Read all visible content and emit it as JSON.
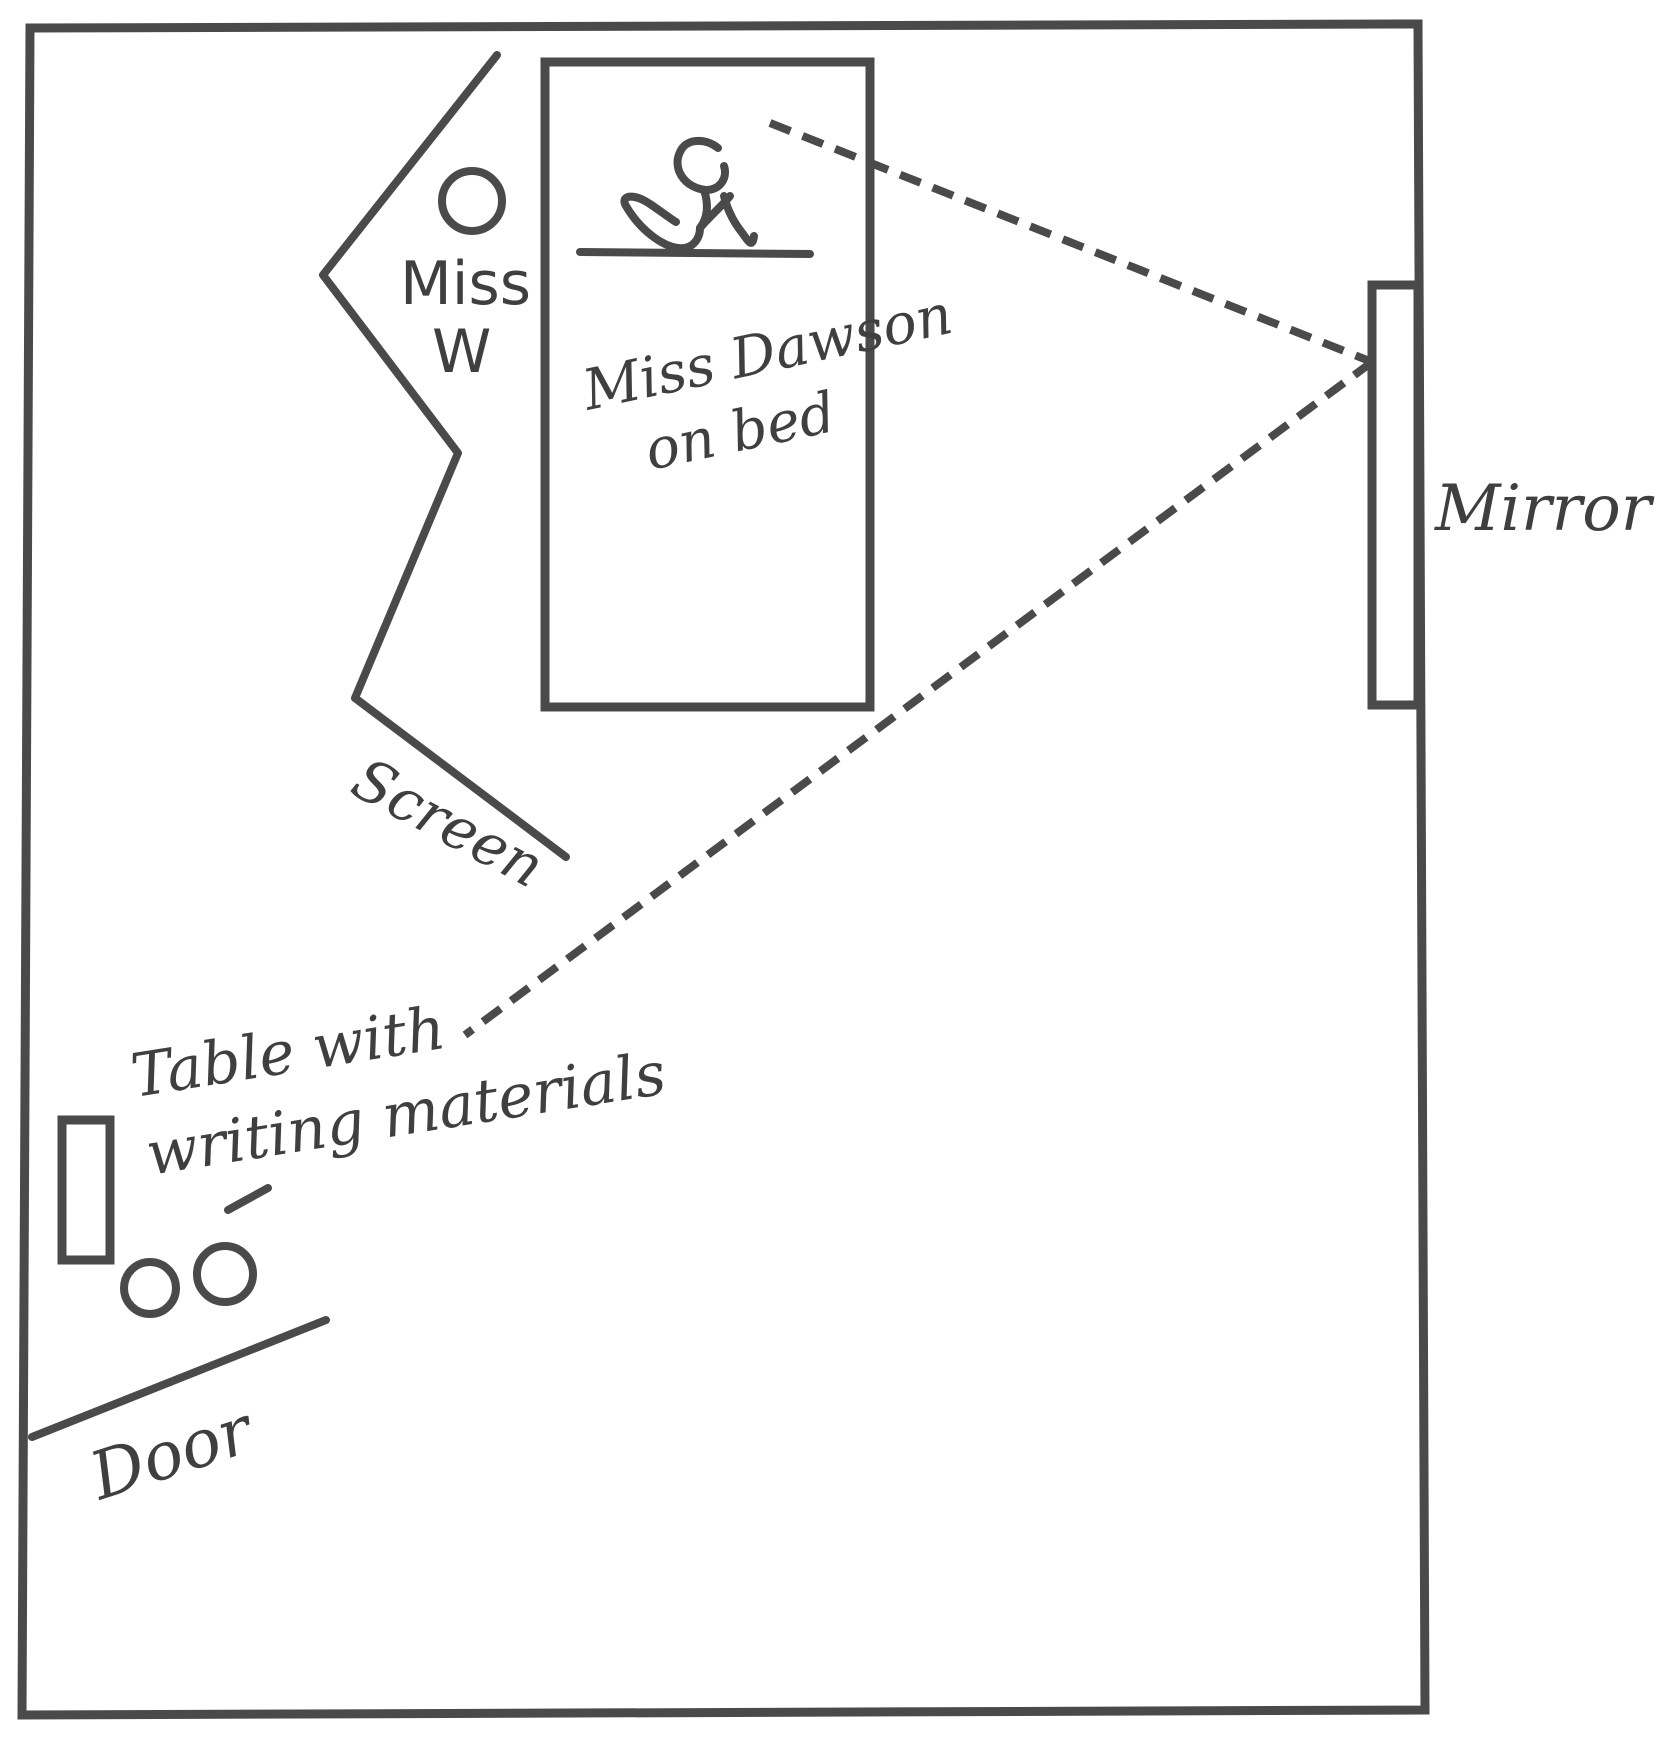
{
  "labels": {
    "miss_w_line1": "Miss",
    "miss_w_line2": "W",
    "miss_dawson_line1": "Miss Dawson",
    "miss_dawson_line2": "on bed",
    "mirror": "Mirror",
    "screen": "Screen",
    "table_line1": "Table with",
    "table_line2": "writing materials",
    "door": "Door"
  },
  "colors": {
    "ink": "#4a4a4a",
    "paper": "#ffffff"
  }
}
